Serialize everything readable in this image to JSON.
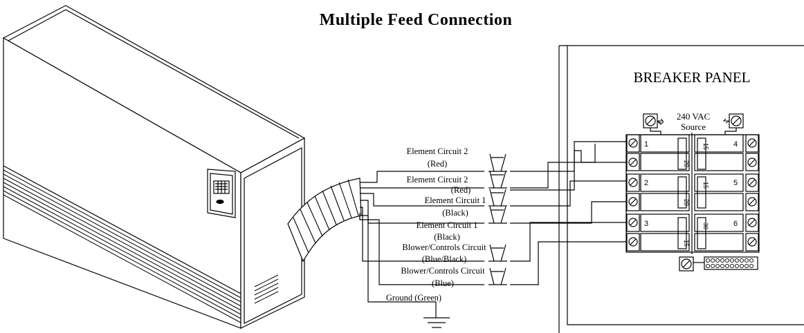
{
  "title": "Multiple Feed Connection",
  "panel": {
    "title": "BREAKER PANEL",
    "source_line1": "240 VAC",
    "source_line2": "Source"
  },
  "breakers": {
    "left_positions": [
      "1",
      "2",
      "3"
    ],
    "right_positions": [
      "4",
      "5",
      "6"
    ],
    "ratings": [
      "15",
      "20",
      "15",
      "20",
      "30",
      "15"
    ]
  },
  "wires": [
    {
      "line1": "Element Circuit 2",
      "line2": "(Red)"
    },
    {
      "line1": "Element Circuit 2",
      "line2": "(Red)"
    },
    {
      "line1": "Element Circuit 1",
      "line2": "(Black)"
    },
    {
      "line1": "Element Circuit 1",
      "line2": "(Black)"
    },
    {
      "line1": "Blower/Controls Circuit",
      "line2": "(Blue/Black)"
    },
    {
      "line1": "Blower/Controls Circuit",
      "line2": "(Blue)"
    }
  ],
  "ground": {
    "label": "Ground (Green)"
  }
}
